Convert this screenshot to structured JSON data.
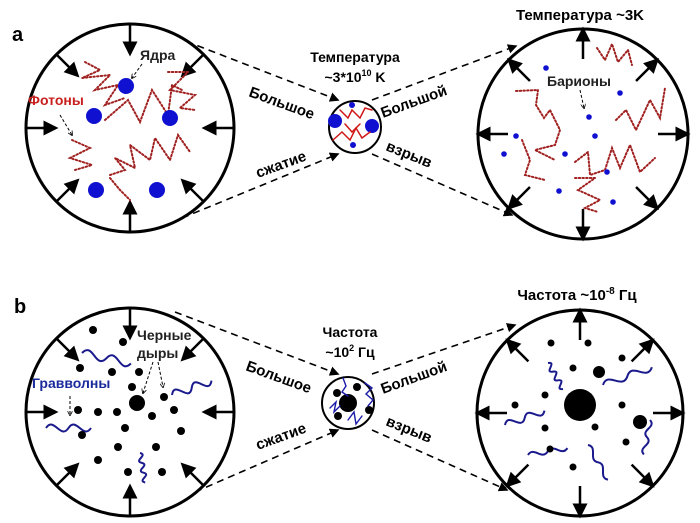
{
  "panels": [
    {
      "id": "a",
      "letter": "a",
      "left_label": {
        "photons": "Фотоны",
        "nuclei": "Ядра"
      },
      "center_title_line1": "Температура",
      "center_title_line2_base": "~3*10",
      "center_title_line2_sup": "10",
      "center_title_line2_unit": " K",
      "crunch_word1": "Большое",
      "crunch_word2": "сжатие",
      "bang_word1": "Большой",
      "bang_word2": "взрыв",
      "right_title": "Температура ~3K",
      "right_label": "Барионы",
      "colors": {
        "particle": "#1010d0",
        "wave": "#a02020",
        "photon_label": "#c81e1e"
      }
    },
    {
      "id": "b",
      "letter": "b",
      "left_label": {
        "waves": "Гравволны",
        "black_holes_line1": "Черные",
        "black_holes_line2": "дыры"
      },
      "center_title_line1": "Частота",
      "center_title_line2_base": "~10",
      "center_title_line2_sup": "2",
      "center_title_line2_unit": " Гц",
      "crunch_word1": "Большое",
      "crunch_word2": "сжатие",
      "bang_word1": "Большой",
      "bang_word2": "взрыв",
      "right_title_base": "Частота ~10",
      "right_title_sup": "-8",
      "right_title_unit": " Гц",
      "colors": {
        "particle": "#000000",
        "wave": "#1a1a8c",
        "wave_label": "#1a2a9c"
      }
    }
  ]
}
